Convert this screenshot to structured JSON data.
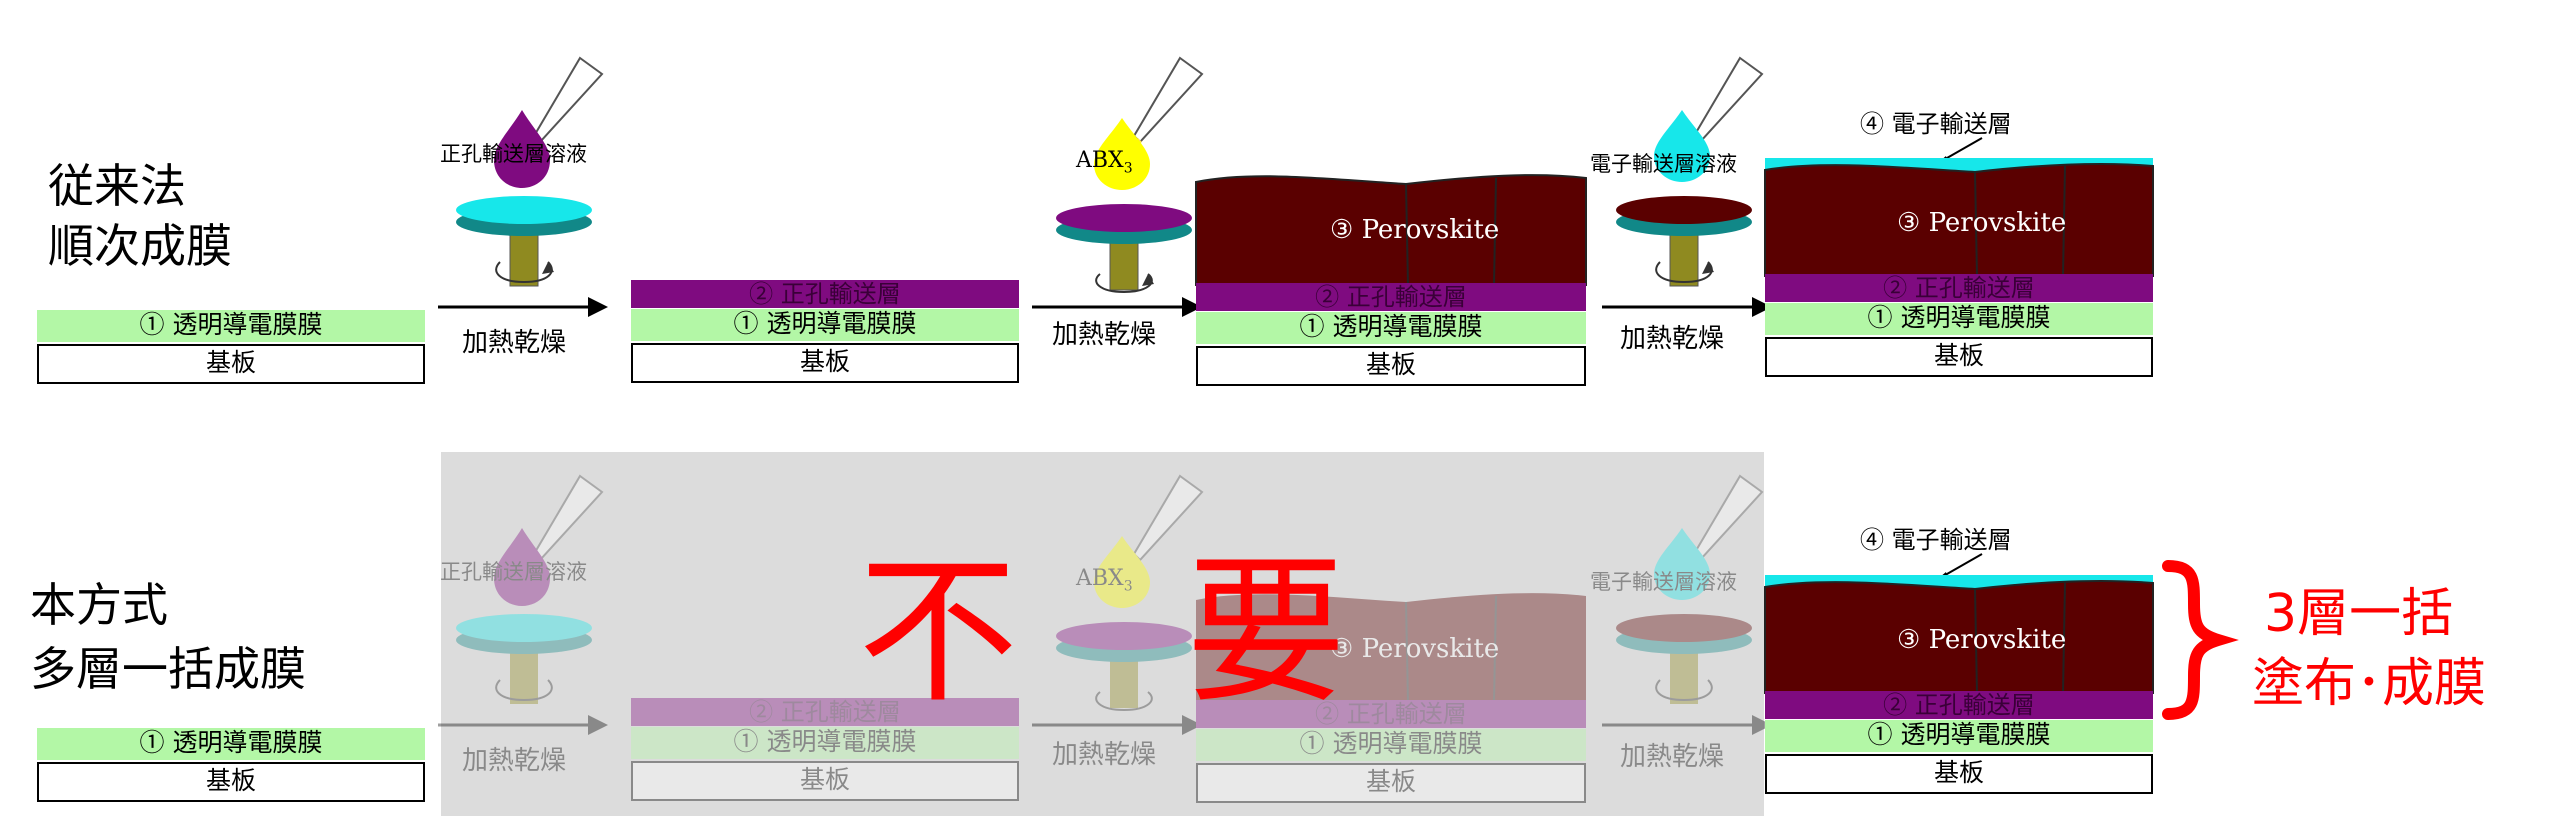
{
  "rows": {
    "conventional": {
      "line1": "従来法",
      "line2": "順次成膜"
    },
    "proposed": {
      "line1": "本方式",
      "line2": "多層一括成膜"
    }
  },
  "layers": {
    "substrate": "基板",
    "tco": "① 透明導電膜膜",
    "htl": "② 正孔輸送層",
    "perovskite": "③ Perovskite",
    "etl": "④ 電子輸送層"
  },
  "solutions": {
    "htl": "正孔輸送層溶液",
    "abx": "ABX",
    "abx_sub": "3",
    "etl": "電子輸送層溶液"
  },
  "process": {
    "heat_dry": "加熱乾燥"
  },
  "overlay": {
    "char1": "不",
    "char2": "要"
  },
  "annotation": {
    "line1": "3層一括",
    "line2": "塗布･成膜"
  },
  "colors": {
    "tco": "#b3f7a6",
    "htl": "#7f0b80",
    "perovskite": "#5a0000",
    "etl": "#17e7ea",
    "abx_drop": "#ffff00",
    "emphasis": "#ff0000"
  }
}
